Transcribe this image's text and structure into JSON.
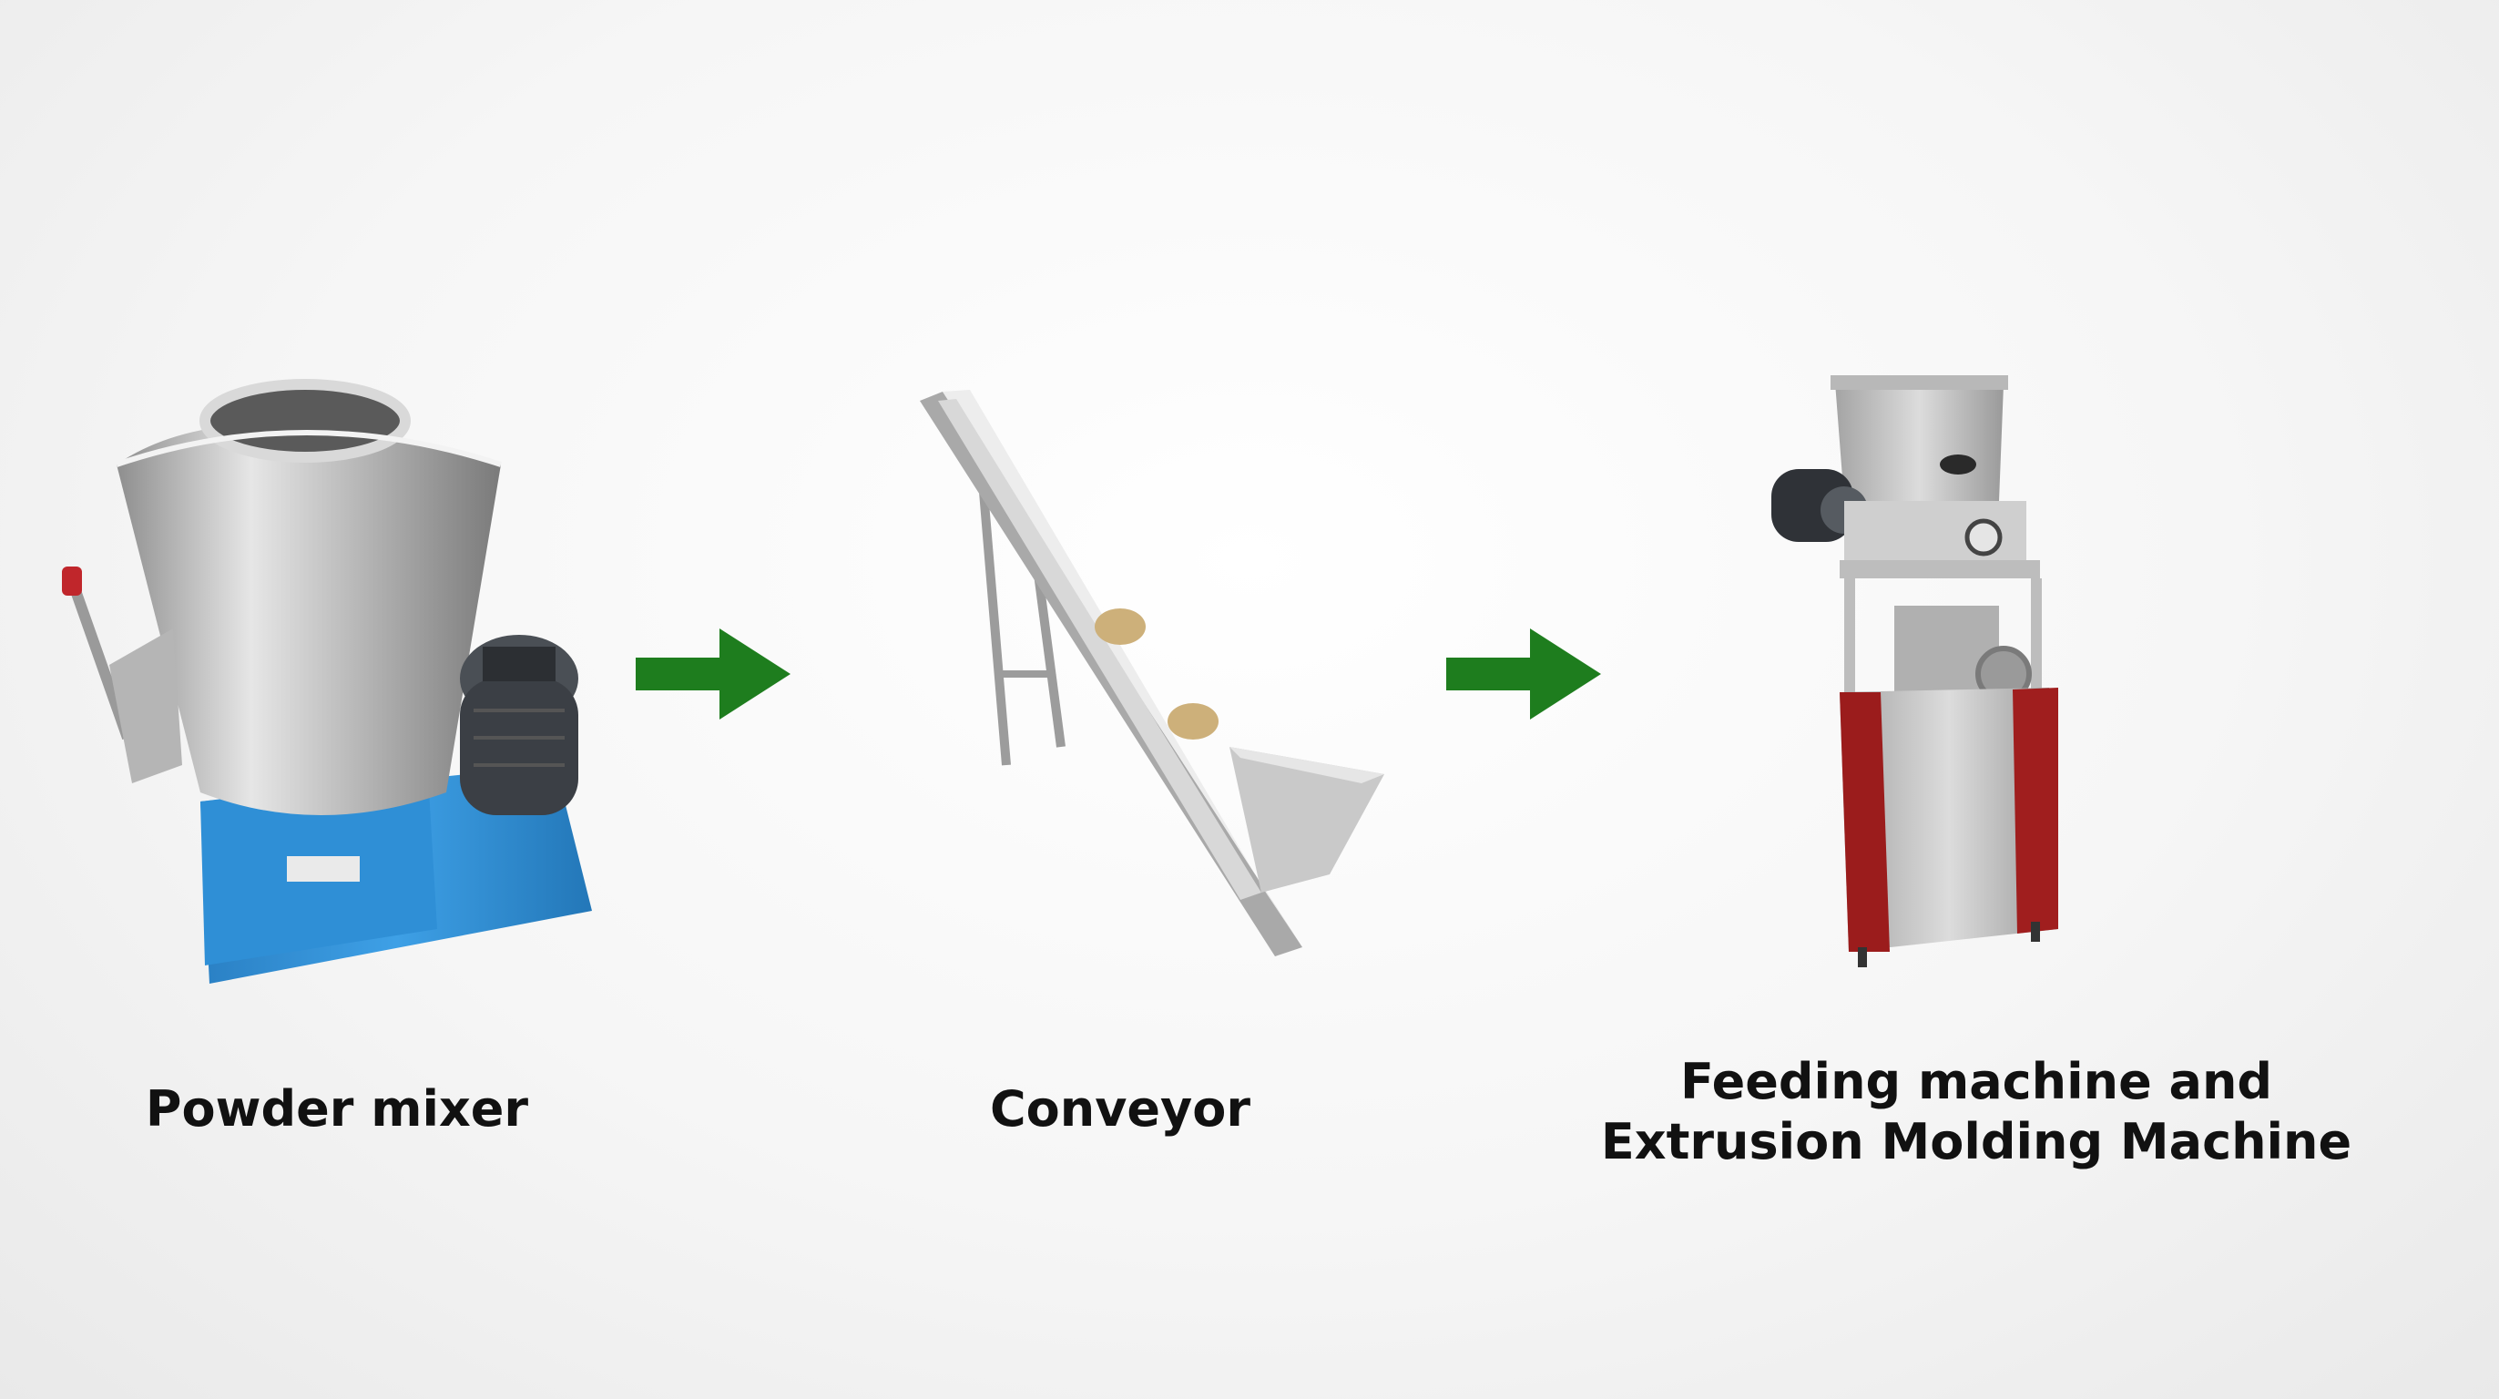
{
  "steps": [
    {
      "id": "mixer",
      "label_lines": [
        "Powder mixer"
      ]
    },
    {
      "id": "conveyor",
      "label_lines": [
        "Conveyor"
      ]
    },
    {
      "id": "extruder",
      "label_lines": [
        "Feeding machine and",
        "Extrusion Molding Machine"
      ]
    }
  ],
  "colors": {
    "arrow": "#1e7d1e",
    "mixer_base": "#2f8fd6",
    "steel": "#c7c7c7",
    "motor": "#3b3f45",
    "extruder_accent": "#9b1c1c"
  },
  "icons": {
    "arrow": "right-arrow-icon"
  }
}
